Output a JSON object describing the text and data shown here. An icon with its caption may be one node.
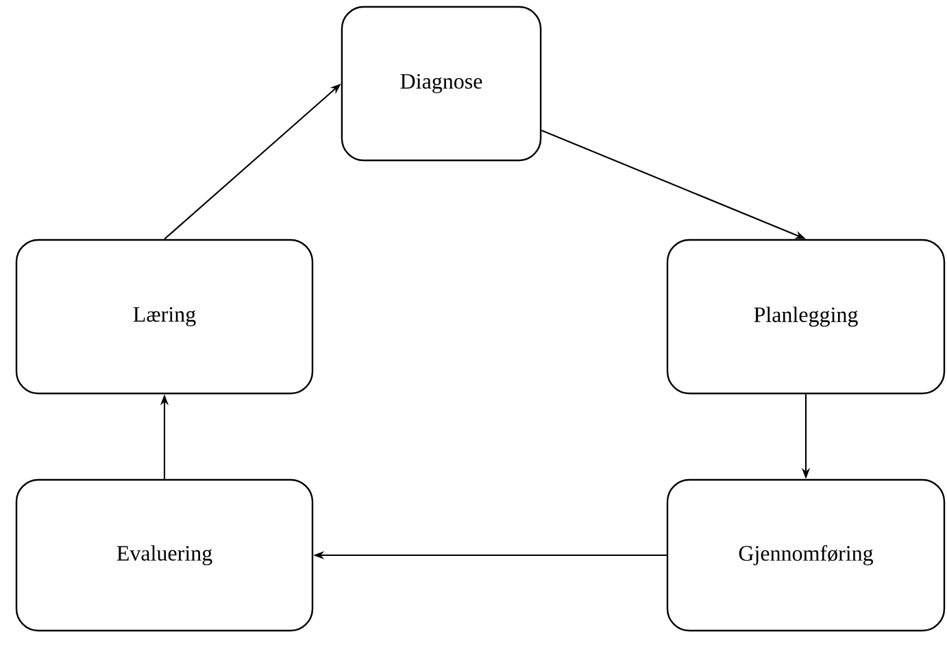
{
  "diagram": {
    "nodes": [
      {
        "text": [
          "Diagnose"
        ]
      },
      {
        "text": [
          "Planlegging"
        ]
      },
      {
        "text": [
          "Gjennomføring"
        ]
      },
      {
        "text": [
          "Evaluering"
        ]
      },
      {
        "text": [
          "Læring"
        ]
      }
    ],
    "edges": [
      {
        "from": 0,
        "to": 1,
        "arrow": "to"
      },
      {
        "from": 1,
        "to": 2,
        "arrow": "to"
      },
      {
        "from": 2,
        "to": 3,
        "arrow": "to"
      },
      {
        "from": 3,
        "to": 4,
        "arrow": "to"
      },
      {
        "from": 4,
        "to": 0,
        "arrow": "to"
      }
    ]
  }
}
